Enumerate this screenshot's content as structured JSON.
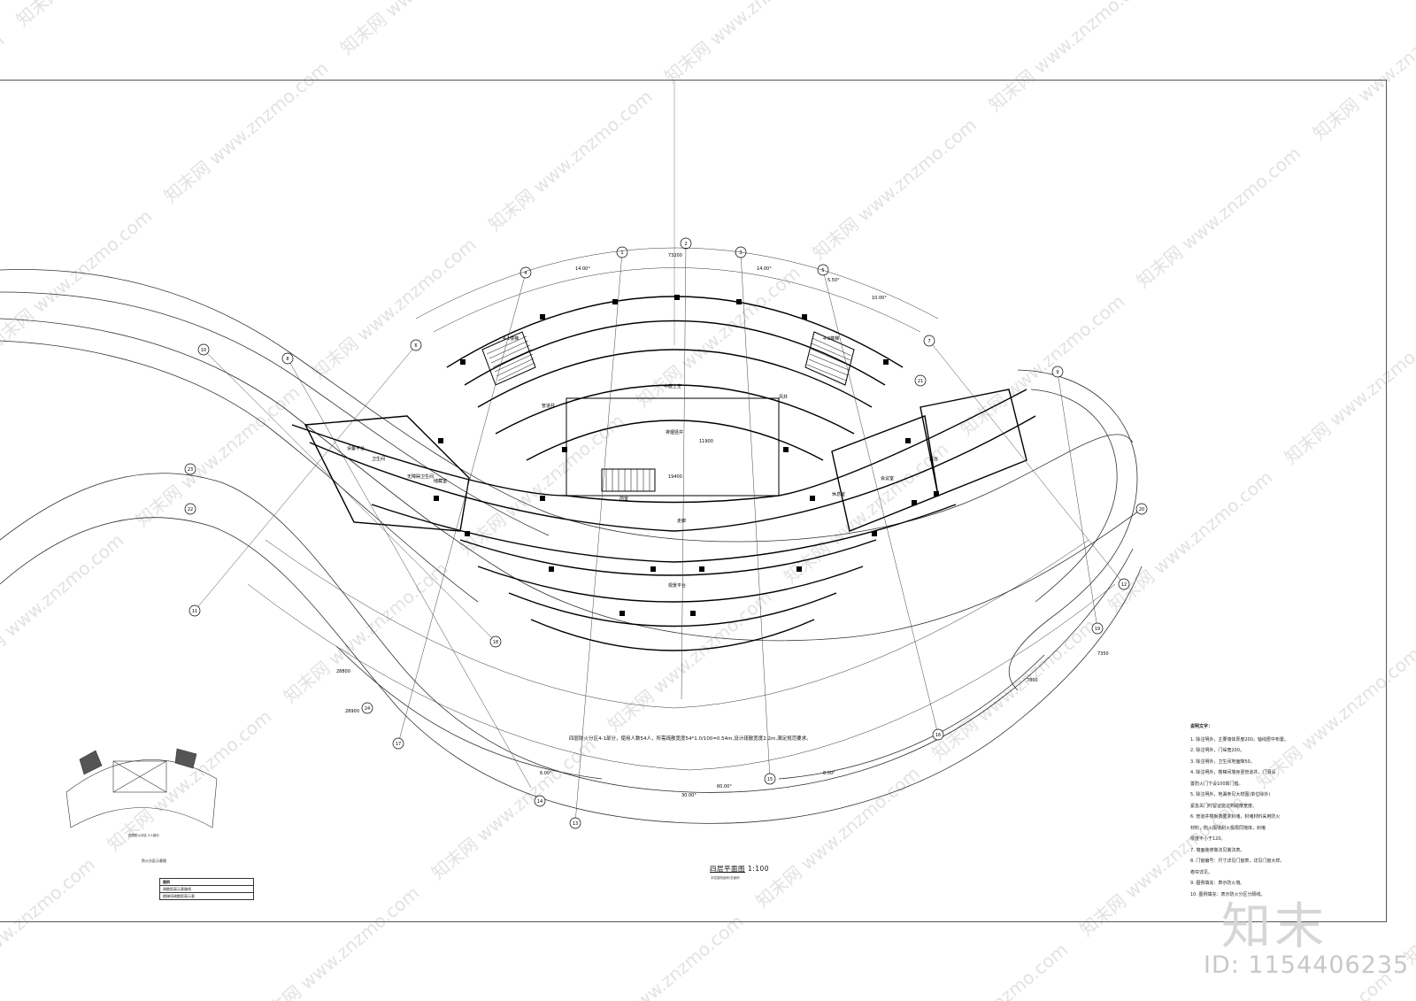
{
  "drawing": {
    "title": "四层平面图",
    "scale": "1:100",
    "subtitle": "本层建筑面积/总面积",
    "fire_note": "四层防火分区4-1部分，使用人数54人，所需疏散宽度54*1.0/100=0.54m,设计疏散宽度2.2m,满足规范要求。",
    "rooms": [
      "4-1楼梯",
      "4-2楼梯",
      "会议室",
      "设备平台",
      "露台",
      "储藏室",
      "走廊",
      "排烟竖井",
      "管道井",
      "卫生间",
      "前室",
      "风井",
      "观景平台",
      "休息室",
      "无障碍卫生间",
      "中庭上空"
    ],
    "overall_dims": [
      "73200",
      "14.00°",
      "14.00°",
      "5.50°",
      "10.00°",
      "19400",
      "11900",
      "28800",
      "28900",
      "7800",
      "7350",
      "60.00°",
      "30.00°",
      "6.00°",
      "8.00°"
    ],
    "axis_count": 24,
    "key_plan_caption": "防火分区示意图",
    "inset_caption": "四层防火分区 4-1部分",
    "legend_header": "图例",
    "legend_items": [
      "疏散距离示意路线",
      "楼梯间疏散距离示意"
    ]
  },
  "notes": {
    "title": "说明文字：",
    "items": [
      "1. 除注明外，主要墙体厚度200，轴线居中布置。",
      "2. 除注明外，门垛宽200。",
      "3. 除注明外，卫生间地面降50。",
      "4. 除注明外，楼梯间墙身竖管道井，门洞设",
      "   置防火门下设100高门槛。",
      "5. 除注明外，地漏参见大样图(单位除外)",
      "   紧急关门时留证能达到疏散宽度。",
      "6. 管道井楼板按要求封堵，封堵材料采用防火",
      "   材料，防火隔墙耐火极限同墙体，封堵",
      "   厚度不小于120。",
      "7. 墙面装修做法见做法表。",
      "8. 门窗编号：尺寸详见门窗表，详见门窗大样。",
      "   卷帘详见。",
      "9. 图例填充：表示防火墙。",
      "10. 图例填充：表示防火分区分隔线。"
    ]
  },
  "watermark": {
    "brand": "知末",
    "id": "ID: 1154406235",
    "site": "www.znzmo.com"
  },
  "colors": {
    "line": "#1a1a1a",
    "wall": "#000000",
    "watermark": "#d0d0d0",
    "background": "#ffffff"
  }
}
